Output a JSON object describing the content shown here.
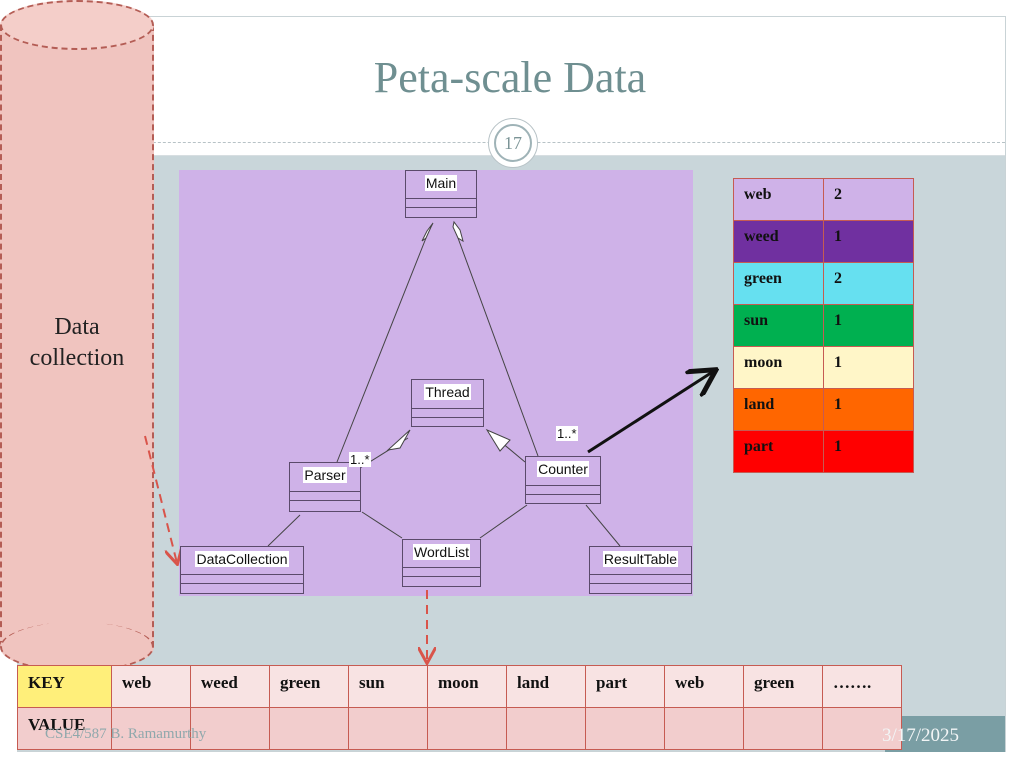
{
  "slide": {
    "title": "Peta-scale Data",
    "page_number": "17",
    "footer_left": "CSE4/587 B. Ramamurthy",
    "footer_date": "3/17/2025"
  },
  "cylinder": {
    "label_line1": "Data",
    "label_line2": "collection"
  },
  "uml": {
    "classes": {
      "main": "Main",
      "thread": "Thread",
      "parser": "Parser",
      "counter": "Counter",
      "data_collection": "DataCollection",
      "word_list": "WordList",
      "result_table": "ResultTable"
    },
    "multiplicity_parser": "1..*",
    "multiplicity_counter": "1..*"
  },
  "result_table": {
    "rows": [
      {
        "key": "web",
        "value": "2",
        "color": "#cfb2e8"
      },
      {
        "key": "weed",
        "value": "1",
        "color": "#7030a0"
      },
      {
        "key": "green",
        "value": "2",
        "color": "#66e0f0"
      },
      {
        "key": "sun",
        "value": "1",
        "color": "#00b050"
      },
      {
        "key": "moon",
        "value": "1",
        "color": "#fff6c8"
      },
      {
        "key": "land",
        "value": "1",
        "color": "#ff6600"
      },
      {
        "key": "part",
        "value": "1",
        "color": "#ff0000"
      }
    ]
  },
  "kv_table": {
    "key_header": "KEY",
    "value_header": "VALUE",
    "keys": [
      "web",
      "weed",
      "green",
      "sun",
      "moon",
      "land",
      "part",
      "web",
      "green",
      "……."
    ],
    "values": [
      "",
      "",
      "",
      "",
      "",
      "",
      "",
      "",
      "",
      ""
    ]
  }
}
